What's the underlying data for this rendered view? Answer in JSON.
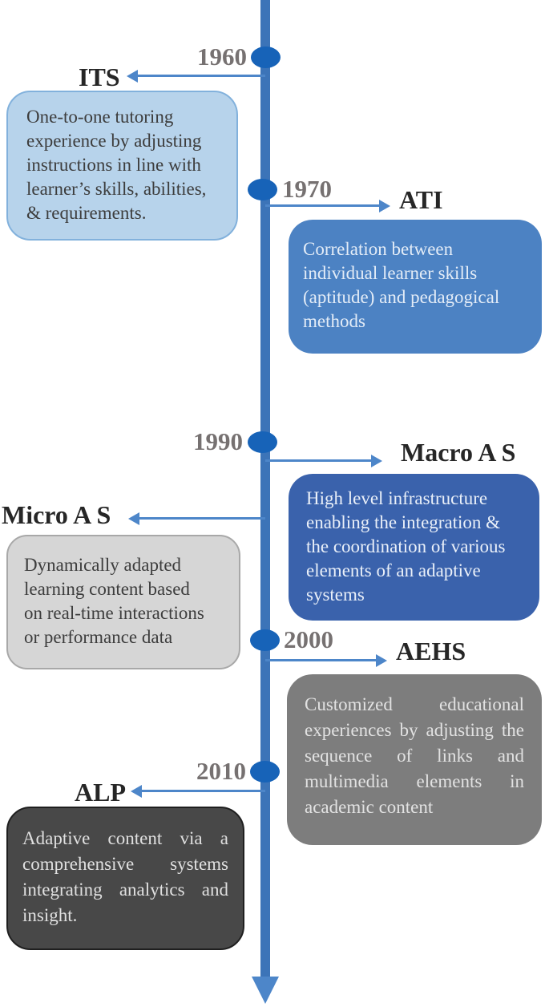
{
  "figure_type": "timeline",
  "colors": {
    "timeline_line": "#3C74B8",
    "dot": "#1763B8",
    "arrow": "#4D86C9",
    "year_text": "#767171",
    "label_text": "#262626"
  },
  "events": [
    {
      "id": "its",
      "year": "1960",
      "label": "ITS",
      "side": "left",
      "box_color": "#B7D3EB",
      "box_border": "#82B1DC",
      "text_color": "#3D3D3D",
      "lines": [
        "One-to-one tutoring",
        "experience by adjusting",
        "instructions in line with",
        "learner’s skills, abilities,",
        "& requirements."
      ]
    },
    {
      "id": "ati",
      "year": "1970",
      "label": "ATI",
      "side": "right",
      "box_color": "#4C82C3",
      "text_color": "#E3ECF7",
      "lines": [
        "Correlation between",
        "individual learner skills",
        "(aptitude) and pedagogical",
        "methods"
      ]
    },
    {
      "id": "macro",
      "year": "1990",
      "label": "Macro A S",
      "side": "right",
      "box_color": "#3A62AC",
      "text_color": "#EAF0F9",
      "lines": [
        "High level infrastructure",
        "enabling the integration &",
        "the coordination of various",
        "elements of an adaptive",
        "systems"
      ]
    },
    {
      "id": "micro",
      "label": "Micro A S",
      "side": "left",
      "box_color": "#D6D6D6",
      "box_border": "#A8A8A8",
      "text_color": "#3D3D3D",
      "lines": [
        "Dynamically adapted",
        "learning content based",
        "on real-time interactions",
        "or performance data"
      ]
    },
    {
      "id": "aehs",
      "year": "2000",
      "label": "AEHS",
      "side": "right",
      "box_color": "#7D7D7D",
      "text_color": "#E2E2E2",
      "text": "Customized educational experiences by adjusting the sequence of links and multimedia elements in academic content"
    },
    {
      "id": "alp",
      "year": "2010",
      "label": "ALP",
      "side": "left",
      "box_color": "#484848",
      "box_border": "#1F1F1F",
      "text_color": "#E0E0E0",
      "text": "Adaptive content via a comprehensive systems integrating analytics and insight."
    }
  ]
}
